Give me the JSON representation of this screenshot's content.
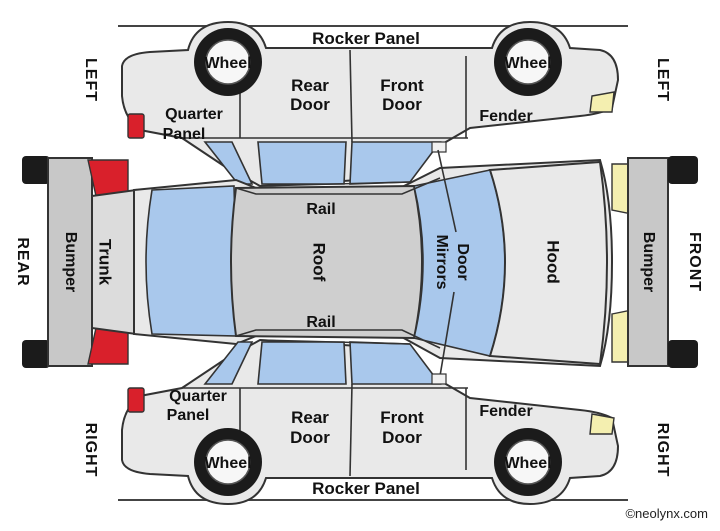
{
  "copyright": "©neolynx.com",
  "sides": {
    "left": "LEFT",
    "right": "RIGHT",
    "rear": "REAR",
    "front": "FRONT"
  },
  "top_view": {
    "rocker_panel": "Rocker Panel",
    "wheel_rear": "Wheel",
    "wheel_front": "Wheel",
    "rear_door_line1": "Rear",
    "rear_door_line2": "Door",
    "front_door_line1": "Front",
    "front_door_line2": "Door",
    "quarter_panel_line1": "Quarter",
    "quarter_panel_line2": "Panel",
    "fender": "Fender"
  },
  "middle_view": {
    "rail_top": "Rail",
    "rail_bottom": "Rail",
    "roof": "Roof",
    "hood": "Hood",
    "trunk": "Trunk",
    "rear_bumper": "Bumper",
    "front_bumper": "Bumper",
    "door_mirrors_line1": "Door",
    "door_mirrors_line2": "Mirrors"
  },
  "bottom_view": {
    "rocker_panel": "Rocker Panel",
    "wheel_rear": "Wheel",
    "wheel_front": "Wheel",
    "rear_door_line1": "Rear",
    "rear_door_line2": "Door",
    "front_door_line1": "Front",
    "front_door_line2": "Door",
    "quarter_panel_line1": "Quarter",
    "quarter_panel_line2": "Panel",
    "fender": "Fender"
  },
  "colors": {
    "glass": "#a9c8ec",
    "body": "#e9e9e9",
    "tail_light": "#d9202b",
    "head_light": "#f4efb0"
  }
}
